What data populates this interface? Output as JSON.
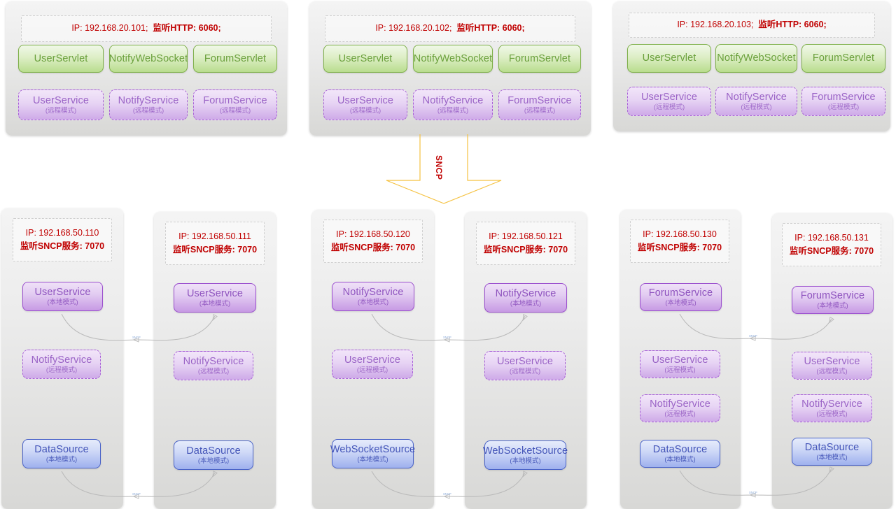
{
  "diagram": {
    "protocol_label": "SNCP",
    "link_label": "SNCP",
    "colors": {
      "accent_red": "#c00000",
      "green": "#7fb04a",
      "purple": "#9b4fce",
      "blue": "#4a63c8",
      "arrow": "#f5c242"
    }
  },
  "web_nodes": [
    {
      "ip_line": "IP: 192.168.20.101;",
      "port_line": "监听HTTP: 6060;",
      "servlets": [
        "UserServlet",
        "NotifyWebSocket",
        "ForumServlet"
      ],
      "services": [
        {
          "name": "UserService",
          "mode": "(远程模式)"
        },
        {
          "name": "NotifyService",
          "mode": "(远程模式)"
        },
        {
          "name": "ForumService",
          "mode": "(远程模式)"
        }
      ]
    },
    {
      "ip_line": "IP: 192.168.20.102;",
      "port_line": "监听HTTP: 6060;",
      "servlets": [
        "UserServlet",
        "NotifyWebSocket",
        "ForumServlet"
      ],
      "services": [
        {
          "name": "UserService",
          "mode": "(远程模式)"
        },
        {
          "name": "NotifyService",
          "mode": "(远程模式)"
        },
        {
          "name": "ForumService",
          "mode": "(远程模式)"
        }
      ]
    },
    {
      "ip_line": "IP: 192.168.20.103;",
      "port_line": "监听HTTP: 6060;",
      "servlets": [
        "UserServlet",
        "NotifyWebSocket",
        "ForumServlet"
      ],
      "services": [
        {
          "name": "UserService",
          "mode": "(远程模式)"
        },
        {
          "name": "NotifyService",
          "mode": "(远程模式)"
        },
        {
          "name": "ForumService",
          "mode": "(远程模式)"
        }
      ]
    }
  ],
  "service_nodes": [
    {
      "ip_line": "IP: 192.168.50.110",
      "port_line": "监听SNCP服务: 7070",
      "items": [
        {
          "name": "UserService",
          "mode": "(本地模式)",
          "style": "purple-solid"
        },
        {
          "name": "NotifyService",
          "mode": "(远程模式)",
          "style": "purple-dashed"
        },
        {
          "name": "DataSource",
          "mode": "(本地模式)",
          "style": "blue"
        }
      ]
    },
    {
      "ip_line": "IP: 192.168.50.111",
      "port_line": "监听SNCP服务: 7070",
      "items": [
        {
          "name": "UserService",
          "mode": "(本地模式)",
          "style": "purple-solid"
        },
        {
          "name": "NotifyService",
          "mode": "(远程模式)",
          "style": "purple-dashed"
        },
        {
          "name": "DataSource",
          "mode": "(本地模式)",
          "style": "blue"
        }
      ]
    },
    {
      "ip_line": "IP: 192.168.50.120",
      "port_line": "监听SNCP服务: 7070",
      "items": [
        {
          "name": "NotifyService",
          "mode": "(本地模式)",
          "style": "purple-solid"
        },
        {
          "name": "UserService",
          "mode": "(远程模式)",
          "style": "purple-dashed"
        },
        {
          "name": "WebSocketSource",
          "mode": "(本地模式)",
          "style": "blue"
        }
      ]
    },
    {
      "ip_line": "IP: 192.168.50.121",
      "port_line": "监听SNCP服务: 7070",
      "items": [
        {
          "name": "NotifyService",
          "mode": "(本地模式)",
          "style": "purple-solid"
        },
        {
          "name": "UserService",
          "mode": "(远程模式)",
          "style": "purple-dashed"
        },
        {
          "name": "WebSocketSource",
          "mode": "(本地模式)",
          "style": "blue"
        }
      ]
    },
    {
      "ip_line": "IP: 192.168.50.130",
      "port_line": "监听SNCP服务: 7070",
      "items": [
        {
          "name": "ForumService",
          "mode": "(本地模式)",
          "style": "purple-solid"
        },
        {
          "name": "UserService",
          "mode": "(远程模式)",
          "style": "purple-dashed"
        },
        {
          "name": "NotifyService",
          "mode": "(远程模式)",
          "style": "purple-dashed"
        },
        {
          "name": "DataSource",
          "mode": "(本地模式)",
          "style": "blue"
        }
      ]
    },
    {
      "ip_line": "IP: 192.168.50.131",
      "port_line": "监听SNCP服务: 7070",
      "items": [
        {
          "name": "ForumService",
          "mode": "(本地模式)",
          "style": "purple-solid"
        },
        {
          "name": "UserService",
          "mode": "(远程模式)",
          "style": "purple-dashed"
        },
        {
          "name": "NotifyService",
          "mode": "(远程模式)",
          "style": "purple-dashed"
        },
        {
          "name": "DataSource",
          "mode": "(本地模式)",
          "style": "blue"
        }
      ]
    }
  ]
}
